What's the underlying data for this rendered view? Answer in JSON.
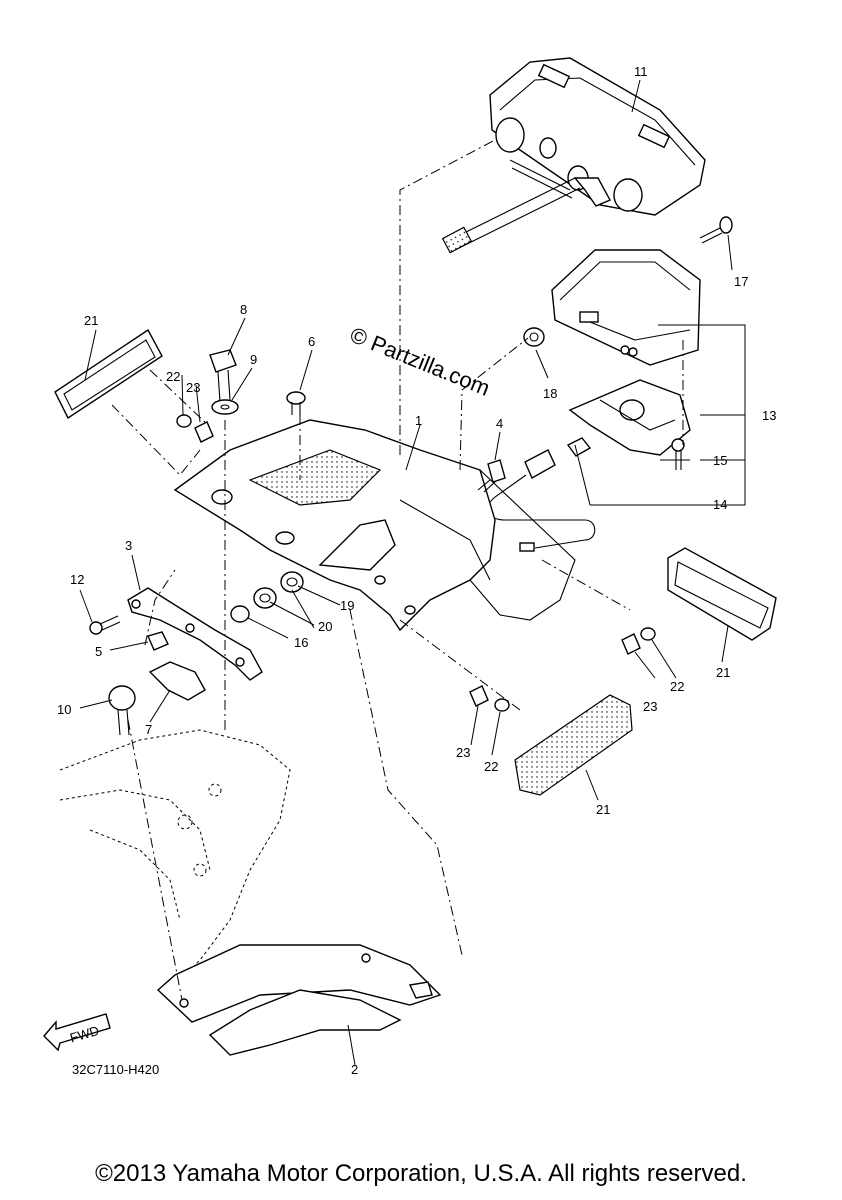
{
  "watermark": "© Partzilla.com",
  "diagram_code": "32C7110-H420",
  "fwd_label": "FWD",
  "copyright": "©2013 Yamaha Motor Corporation, U.S.A. All rights reserved.",
  "callouts": {
    "c1": "1",
    "c2": "2",
    "c3": "3",
    "c4": "4",
    "c5": "5",
    "c6": "6",
    "c7": "7",
    "c8": "8",
    "c9": "9",
    "c10": "10",
    "c11": "11",
    "c12": "12",
    "c13": "13",
    "c14": "14",
    "c15": "15",
    "c16": "16",
    "c17": "17",
    "c18": "18",
    "c19": "19",
    "c20": "20",
    "c21a": "21",
    "c21b": "21",
    "c21c": "21",
    "c22a": "22",
    "c22b": "22",
    "c22c": "22",
    "c23a": "23",
    "c23b": "23",
    "c23c": "23"
  }
}
